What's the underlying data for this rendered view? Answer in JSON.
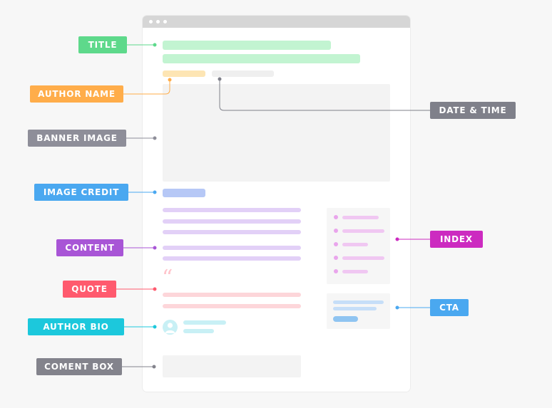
{
  "labels": {
    "title": "TITLE",
    "author_name": "AUTHOR NAME",
    "banner_image": "BANNER IMAGE",
    "image_credit": "IMAGE CREDIT",
    "content": "CONTENT",
    "quote": "QUOTE",
    "author_bio": "AUTHOR BIO",
    "comment_box": "COMENT BOX",
    "date_time": "DATE & TIME",
    "index": "INDEX",
    "cta": "CTA"
  },
  "quote_mark": "“",
  "colors": {
    "title": "#5ed98b",
    "author_name": "#ffad4a",
    "banner_image": "#8e8e99",
    "image_credit": "#4aa8f0",
    "content": "#a855d6",
    "quote": "#ff5a6e",
    "author_bio": "#1cc8dc",
    "comment_box": "#83838c",
    "date_time": "#7f808a",
    "index": "#cc2bc0",
    "cta": "#4aa8f0"
  }
}
